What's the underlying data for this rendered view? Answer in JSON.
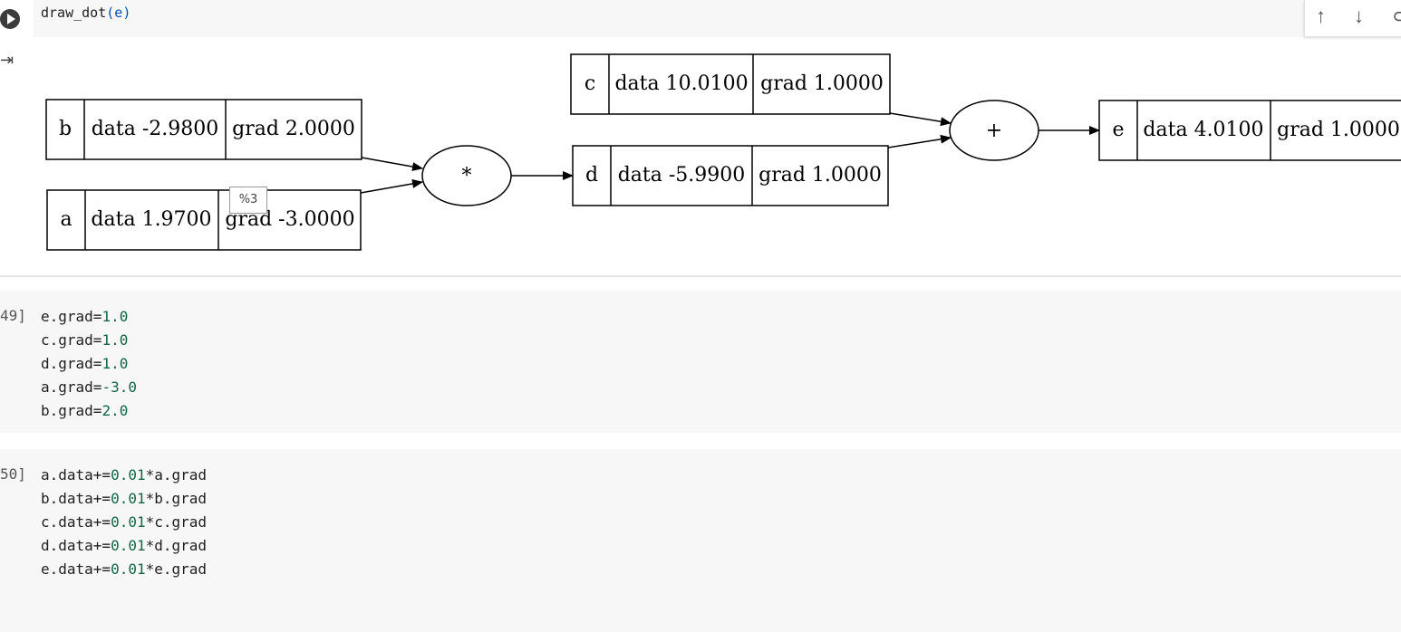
{
  "cells": [
    {
      "code": "draw_dot(e)"
    },
    {
      "exec_count": "49]",
      "lines": [
        "e.grad=",
        "c.grad=",
        "d.grad=",
        "a.grad=",
        "b.grad="
      ],
      "values": [
        "1.0",
        "1.0",
        "1.0",
        "-3.0",
        "2.0"
      ]
    },
    {
      "exec_count": "50]",
      "lines": [
        "a.data+=",
        "b.data+=",
        "c.data+=",
        "d.data+=",
        "e.data+="
      ],
      "values": [
        "0.01",
        "0.01",
        "0.01",
        "0.01",
        "0.01"
      ],
      "suffix": [
        "*a.grad",
        "*b.grad",
        "*c.grad",
        "*d.grad",
        "*e.grad"
      ]
    }
  ],
  "graph": {
    "nodes": {
      "b": {
        "label": "b",
        "data": "data -2.9800",
        "grad": "grad 2.0000"
      },
      "a": {
        "label": "a",
        "data": "data 1.9700",
        "grad": "grad -3.0000"
      },
      "c": {
        "label": "c",
        "data": "data 10.0100",
        "grad": "grad 1.0000"
      },
      "d": {
        "label": "d",
        "data": "data -5.9900",
        "grad": "grad 1.0000"
      },
      "e": {
        "label": "e",
        "data": "data 4.0100",
        "grad": "grad 1.0000"
      }
    },
    "ops": {
      "mul": "*",
      "add": "+"
    },
    "tooltip": "%3"
  },
  "toolbar": {
    "up": "↑",
    "down": "↓",
    "more": "⊂"
  },
  "icons": {
    "run": "play-icon",
    "output": "output-toggle-icon"
  }
}
